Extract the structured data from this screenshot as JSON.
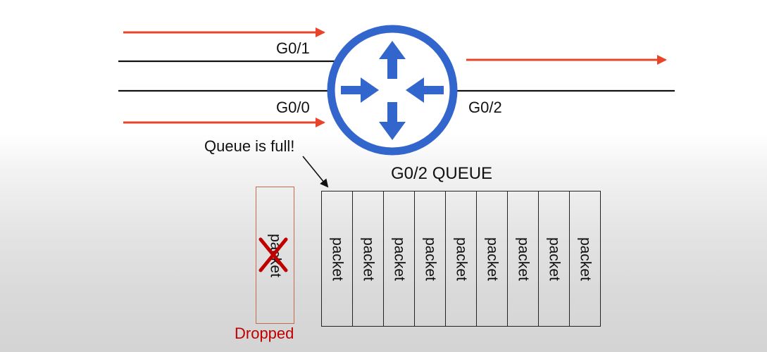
{
  "labels": {
    "g01": "G0/1",
    "g00": "G0/0",
    "g02": "G0/2",
    "queue_full": "Queue is full!",
    "queue_title": "G0/2 QUEUE",
    "dropped": "Dropped"
  },
  "queue": {
    "packets": [
      "packet",
      "packet",
      "packet",
      "packet",
      "packet",
      "packet",
      "packet",
      "packet",
      "packet"
    ]
  },
  "dropped_packet": {
    "label": "packet"
  },
  "colors": {
    "router": "#3366cc",
    "arrow": "#e8442a",
    "dropped": "#c00000",
    "line": "#111111"
  },
  "icons": {
    "router": "router-icon",
    "drop": "x-mark-icon"
  }
}
